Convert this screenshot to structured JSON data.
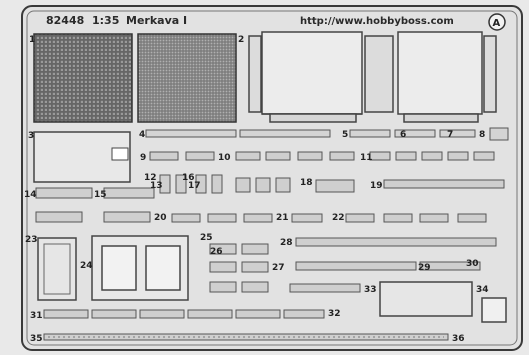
{
  "header": {
    "code": "82448",
    "scale": "1:35",
    "name": "Merkava I",
    "url": "http://www.hobbyboss.com",
    "corner_letter": "A"
  },
  "part_numbers": [
    "1",
    "2",
    "3",
    "4",
    "5",
    "6",
    "7",
    "8",
    "9",
    "10",
    "11",
    "12",
    "13",
    "14",
    "15",
    "16",
    "17",
    "18",
    "19",
    "20",
    "21",
    "22",
    "23",
    "24",
    "25",
    "26",
    "27",
    "28",
    "29",
    "30",
    "31",
    "32",
    "33",
    "34",
    "35",
    "36"
  ],
  "colors": {
    "metal": "#e4e4e4",
    "etch": "#bdbdbd",
    "line": "#4a4a4a",
    "mesh": "#3c3c3c"
  }
}
